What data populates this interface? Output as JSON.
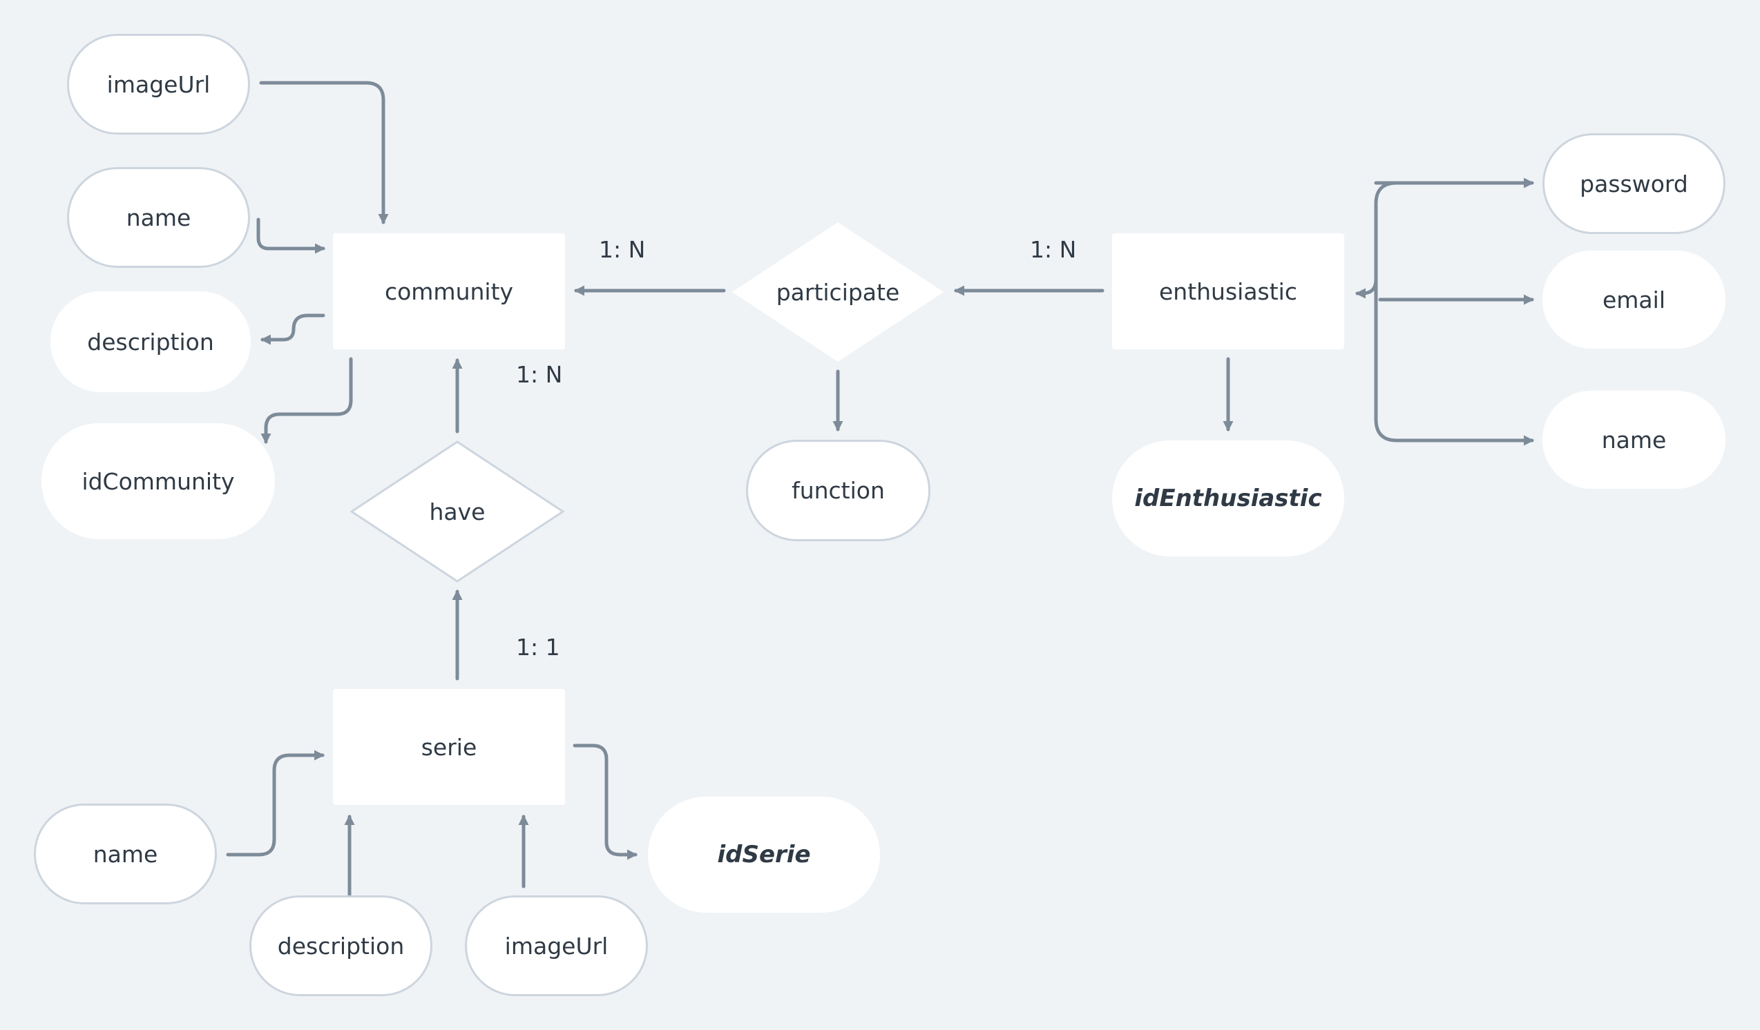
{
  "entities": {
    "community": "community",
    "enthusiastic": "enthusiastic",
    "serie": "serie"
  },
  "relationships": {
    "participate": "participate",
    "have": "have"
  },
  "attributes": {
    "community": {
      "image_url": "imageUrl",
      "name": "name",
      "description": "description",
      "id": "idCommunity"
    },
    "enthusiastic": {
      "password": "password",
      "email": "email",
      "name": "name",
      "id": "idEnthusiastic"
    },
    "participate": {
      "function": "function"
    },
    "serie": {
      "name": "name",
      "description": "description",
      "image_url": "imageUrl",
      "id": "idSerie"
    }
  },
  "cardinalities": {
    "community_participate": "1: N",
    "enthusiastic_participate": "1: N",
    "community_have": "1: N",
    "serie_have": "1: 1"
  },
  "colors": {
    "background": "#f0f3f6",
    "edge": "#7d8b99",
    "node_fill": "#ffffff",
    "node_border": "#cdd5de",
    "text": "#2f3a45"
  }
}
